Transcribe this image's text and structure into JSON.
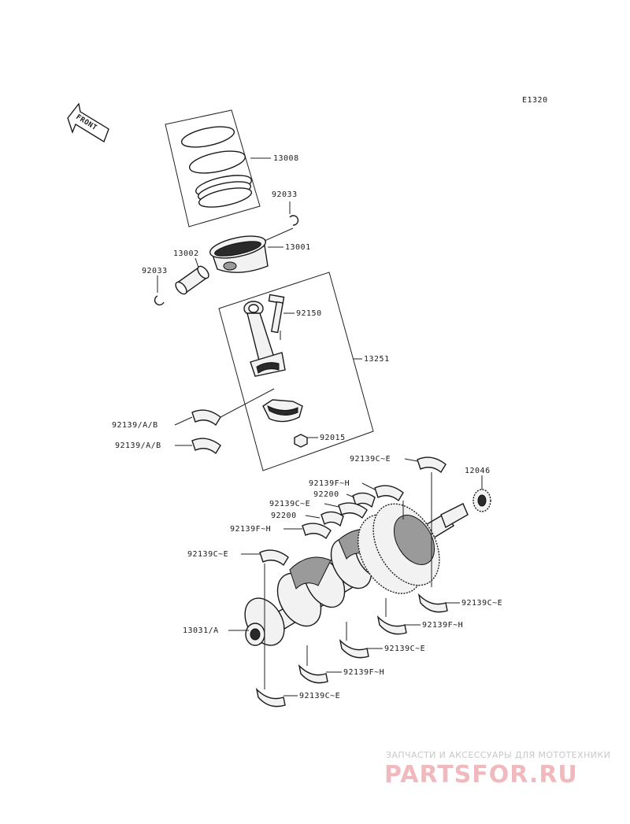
{
  "diagram": {
    "code": "E1320",
    "front_label": "FRONT",
    "labels": {
      "p13008": "13008",
      "p92033_ring": "92033",
      "p13001": "13001",
      "p13002": "13002",
      "p92033_clip": "92033",
      "p92150": "92150",
      "p13251": "13251",
      "p92139ab_1": "92139/A/B",
      "p92139ab_2": "92139/A/B",
      "p92015": "92015",
      "p92139ce_a": "92139C~E",
      "p12046": "12046",
      "p92139fh_a": "92139F~H",
      "p92200_a": "92200",
      "p92139ce_b": "92139C~E",
      "p92200_b": "92200",
      "p92139fh_b": "92139F~H",
      "p92139ce_c": "92139C~E",
      "p92139ce_d": "92139C~E",
      "p13031a": "13031/A",
      "p92139fh_c": "92139F~H",
      "p92139ce_e": "92139C~E",
      "p92139fh_d": "92139F~H",
      "p92139ce_f": "92139C~E"
    }
  },
  "watermark": {
    "tagline": "ЗАПЧАСТИ И АКСЕССУАРЫ ДЛЯ МОТОТЕХНИКИ",
    "logo_text": "PARTSFOR.RU"
  }
}
